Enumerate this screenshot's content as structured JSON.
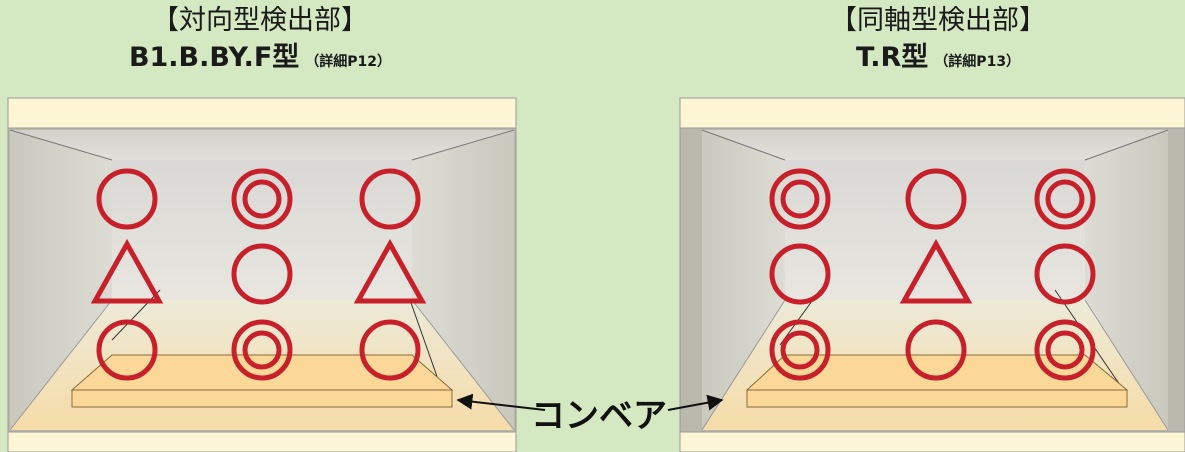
{
  "panels": [
    {
      "title": "【対向型検出部】",
      "model": "B1.B.BY.F型",
      "detail": "（詳細P12）",
      "grid": [
        [
          "circle",
          "double",
          "circle"
        ],
        [
          "triangle",
          "circle",
          "triangle"
        ],
        [
          "circle",
          "double",
          "circle"
        ]
      ]
    },
    {
      "title": "【同軸型検出部】",
      "model": "T.R型",
      "detail": "（詳細P13）",
      "grid": [
        [
          "double",
          "circle",
          "double"
        ],
        [
          "circle",
          "triangle",
          "circle"
        ],
        [
          "double",
          "circle",
          "double"
        ]
      ]
    }
  ],
  "conveyor_label": "コンベア",
  "colors": {
    "background": "#d4e8c2",
    "frame": "#fdf6d5",
    "mark": "#c8202a",
    "conveyor": "#fbd798"
  }
}
